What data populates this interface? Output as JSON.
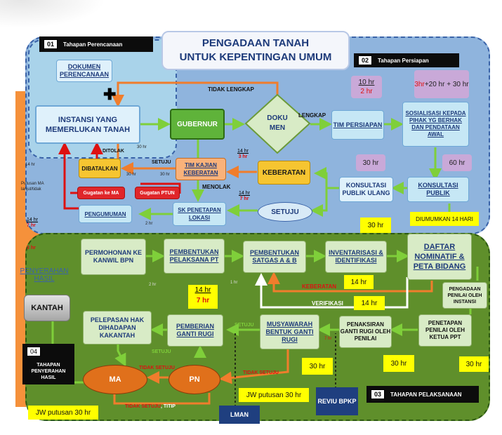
{
  "title": {
    "line1": "PENGADAAN TANAH",
    "line2": "UNTUK KEPENTINGAN UMUM"
  },
  "stages": {
    "s1": {
      "num": "01",
      "label": "Tahapan Perencanaan"
    },
    "s2": {
      "num": "02",
      "label": "Tahapan Persiapan"
    },
    "s3": {
      "num": "03",
      "label": "TAHAPAN PELAKSANAAN"
    },
    "s4": {
      "num": "04",
      "label": "TAHAPAN PENYERAHAN HASIL"
    }
  },
  "boxes": {
    "dokumen": "DOKUMEN PERENCANAAN",
    "instansi": "INSTANSI YANG MEMERLUKAN TANAH",
    "gubernur": "GUBERNUR",
    "dokumen_diamond": "DOKU MEN",
    "tim_persiapan": "TIM PERSIAPAN",
    "sosialisasi": "SOSIALISASI KEPADA PIHAK YG BERHAK DAN PENDATAAN AWAL",
    "konsultasi_publik": "KONSULTASI PUBLIK",
    "konsultasi_ulang": "KONSULTASI PUBLIK ULANG",
    "keberatan": "KEBERATAN",
    "tim_kajian": "TIM KAJIAN KEBERATAN",
    "dibatalkan": "DIBATALKAN",
    "gugatan_ma": "Gugatan ke MA",
    "gugatan_ptun": "Gugatan PTUN",
    "pengumuman": "PENGUMUMAN",
    "sk_penetapan": "SK PENETAPAN LOKASI",
    "setuju": "SETUJU",
    "permohonan": "PERMOHONAN KE KANWIL BPN",
    "pembentukan_pt": "PEMBENTUKAN PELAKSANA PT",
    "satgas": "PEMBENTUKAN SATGAS A & B",
    "inventarisasi": "INVENTARISASI & IDENTIFIKASI",
    "daftar": "DAFTAR NOMINATIF & PETA BIDANG",
    "pengadaan_penilai": "PENGADAAN PENILAI OLEH INSTANSI",
    "penetapan_penilai": "PENETAPAN PENILAI OLEH KETUA PPT",
    "penaksiran": "PENAKSIRAN GANTI RUGI OLEH PENILAI",
    "musyawarah": "MUSYAWARAH BENTUK GANTI RUGI",
    "pemberian": "PEMBERIAN GANTI RUGI",
    "pelepasan": "PELEPASAN HAK DIHADAPAN KAKANTAH",
    "kantah": "KANTAH",
    "penyerahan": "PENYERAHAN HASIL",
    "ma": "MA",
    "pn": "PN",
    "lman": "LMAN",
    "revu": "REVIU BPKP"
  },
  "labels": {
    "tidak_lengkap": "TIDAK LENGKAP",
    "lengkap": "LENGKAP",
    "ditolak": "DITOLAK",
    "setuju_small": "SETUJU",
    "menolak": "MENOLAK",
    "putusan_ma": "Putusan MA lanjut/tidak",
    "keberatan_red": "KEBERATAN",
    "verifikasi": "VERIFIKASI",
    "diumumkan": "DIUMUMKAN 14 HARI",
    "setuju_ma": "SETUJU",
    "tidak_setuju_1": "TIDAK SETUJU",
    "tidak_setuju_2": "TIDAK SETUJU",
    "tidak_setuju_titip_a": "TIDAK SETUJU",
    "tidak_setuju_titip_b": ", TITIP",
    "setuju_pemberian": "SETUJU",
    "jw1": "JW putusan 30 hr",
    "jw2": "JW putusan 30 hr"
  },
  "durations": {
    "tim_a": "10 hr",
    "tim_b": "2 hr",
    "sos_a": "3hr",
    "sos_b": "+20 hr + 30 hr",
    "kons_ulang": "30 hr",
    "kons": "60 hr",
    "d30_inv": "30 hr",
    "d14_keb": "14 hr",
    "d14_ver": "14 hr",
    "d14_pem_a": "14 hr",
    "d14_pem_b": "7 hr",
    "d30_mus": "30 hr",
    "d30_pen": "30 hr",
    "d30_right": "30 hr",
    "s30_gub": "30 hr",
    "s30_a": "30 hr",
    "s30_b": "30 hr",
    "s14_a": "14 hr",
    "s3_a": "3 hr",
    "s14_b": "14 hr",
    "s7_b": "7 hr",
    "s2hr": "2 hr",
    "s14_left": "14 hr",
    "s14_left2": "14 hr",
    "s7_left2": "7 hr",
    "s3hr_left": "3 hr",
    "s2hr_g": "2 hr",
    "s1hr_g": "1 hr",
    "s7hr_g": "7 hr"
  },
  "colors": {
    "blue_zone": "#8fb4dd",
    "green_zone": "#5f8f2b",
    "orange_zone": "#f5913b",
    "arrow_green": "#7fcf3a",
    "arrow_orange": "#f07d2c"
  }
}
